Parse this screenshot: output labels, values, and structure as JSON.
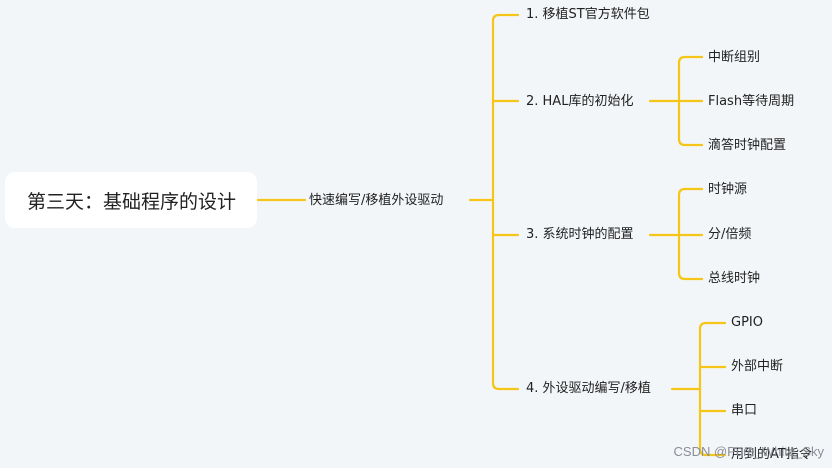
{
  "root": {
    "label": "第三天：基础程序的设计"
  },
  "central": {
    "label": "快速编写/移植外设驱动"
  },
  "branches": [
    {
      "label": "1. 移植ST官方软件包",
      "children": []
    },
    {
      "label": "2. HAL库的初始化",
      "children": [
        "中断组别",
        "Flash等待周期",
        "滴答时钟配置"
      ]
    },
    {
      "label": "3. 系统时钟的配置",
      "children": [
        "时钟源",
        "分/倍频",
        "总线时钟"
      ]
    },
    {
      "label": "4. 外设驱动编写/移植",
      "children": [
        "GPIO",
        "外部中断",
        "串口",
        "用到的AT指令"
      ]
    }
  ],
  "watermark": "CSDN @Pure_White_Sky",
  "colors": {
    "connector": "#f5c518",
    "background": "#f3f6f9",
    "root_bg": "#ffffff"
  }
}
